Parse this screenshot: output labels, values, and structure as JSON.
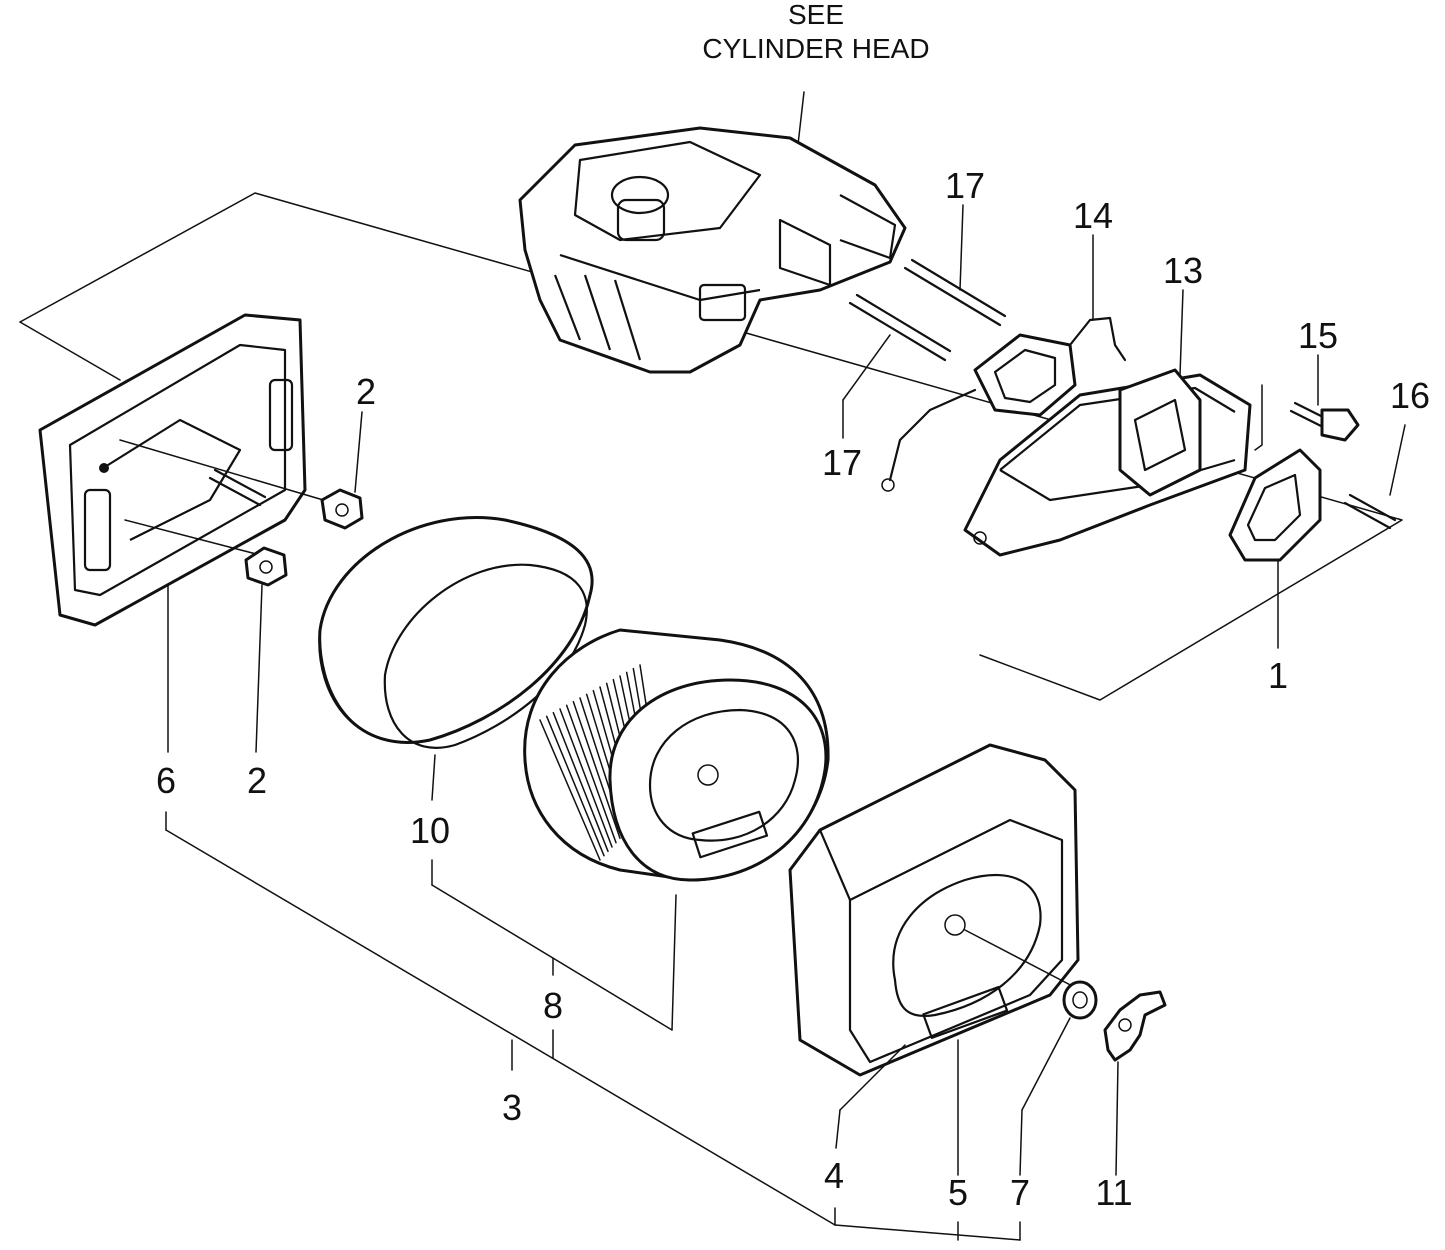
{
  "header": {
    "line1": "SEE",
    "line2": "CYLINDER HEAD"
  },
  "callouts": {
    "c1": "1",
    "c2a": "2",
    "c2b": "2",
    "c3": "3",
    "c4": "4",
    "c5": "5",
    "c6": "6",
    "c7": "7",
    "c8": "8",
    "c10": "10",
    "c11": "11",
    "c13": "13",
    "c14": "14",
    "c15": "15",
    "c16": "16",
    "c17a": "17",
    "c17b": "17"
  },
  "colors": {
    "ink": "#111111",
    "paper": "#ffffff"
  }
}
